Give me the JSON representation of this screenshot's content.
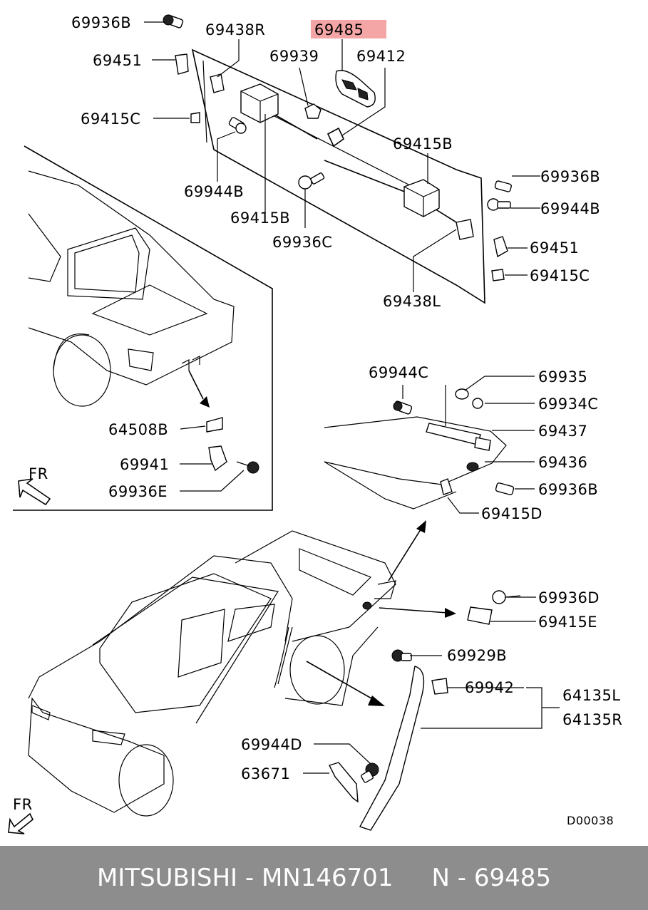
{
  "callouts": {
    "p69936B_1": "69936B",
    "p69438R": "69438R",
    "p69485": "69485",
    "p69451_1": "69451",
    "p69939": "69939",
    "p69412": "69412",
    "p69415C_1": "69415C",
    "p69415B_1": "69415B",
    "p69944B_1": "69944B",
    "p69936B_2": "69936B",
    "p69415B_2": "69415B",
    "p69944B_2": "69944B",
    "p69936C": "69936C",
    "p69451_2": "69451",
    "p69415C_2": "69415C",
    "p69438L": "69438L",
    "p69944C": "69944C",
    "p69935": "69935",
    "p69934C": "69934C",
    "p64508B": "64508B",
    "p69437": "69437",
    "p69941": "69941",
    "p69436": "69436",
    "p69936E": "69936E",
    "p69936B_3": "69936B",
    "p69415D": "69415D",
    "p69936D": "69936D",
    "p69415E": "69415E",
    "p69929B": "69929B",
    "p69942": "69942",
    "p64135L": "64135L",
    "p64135R": "64135R",
    "p69944D": "69944D",
    "p63671": "63671"
  },
  "fr_label_1": "FR",
  "fr_label_2": "FR",
  "diagram_code": "D00038",
  "highlight_color": "#f4a6a6",
  "footer": {
    "text": "MITSUBISHI - MN146701     N - 69485",
    "background": "#8d8d8d"
  }
}
